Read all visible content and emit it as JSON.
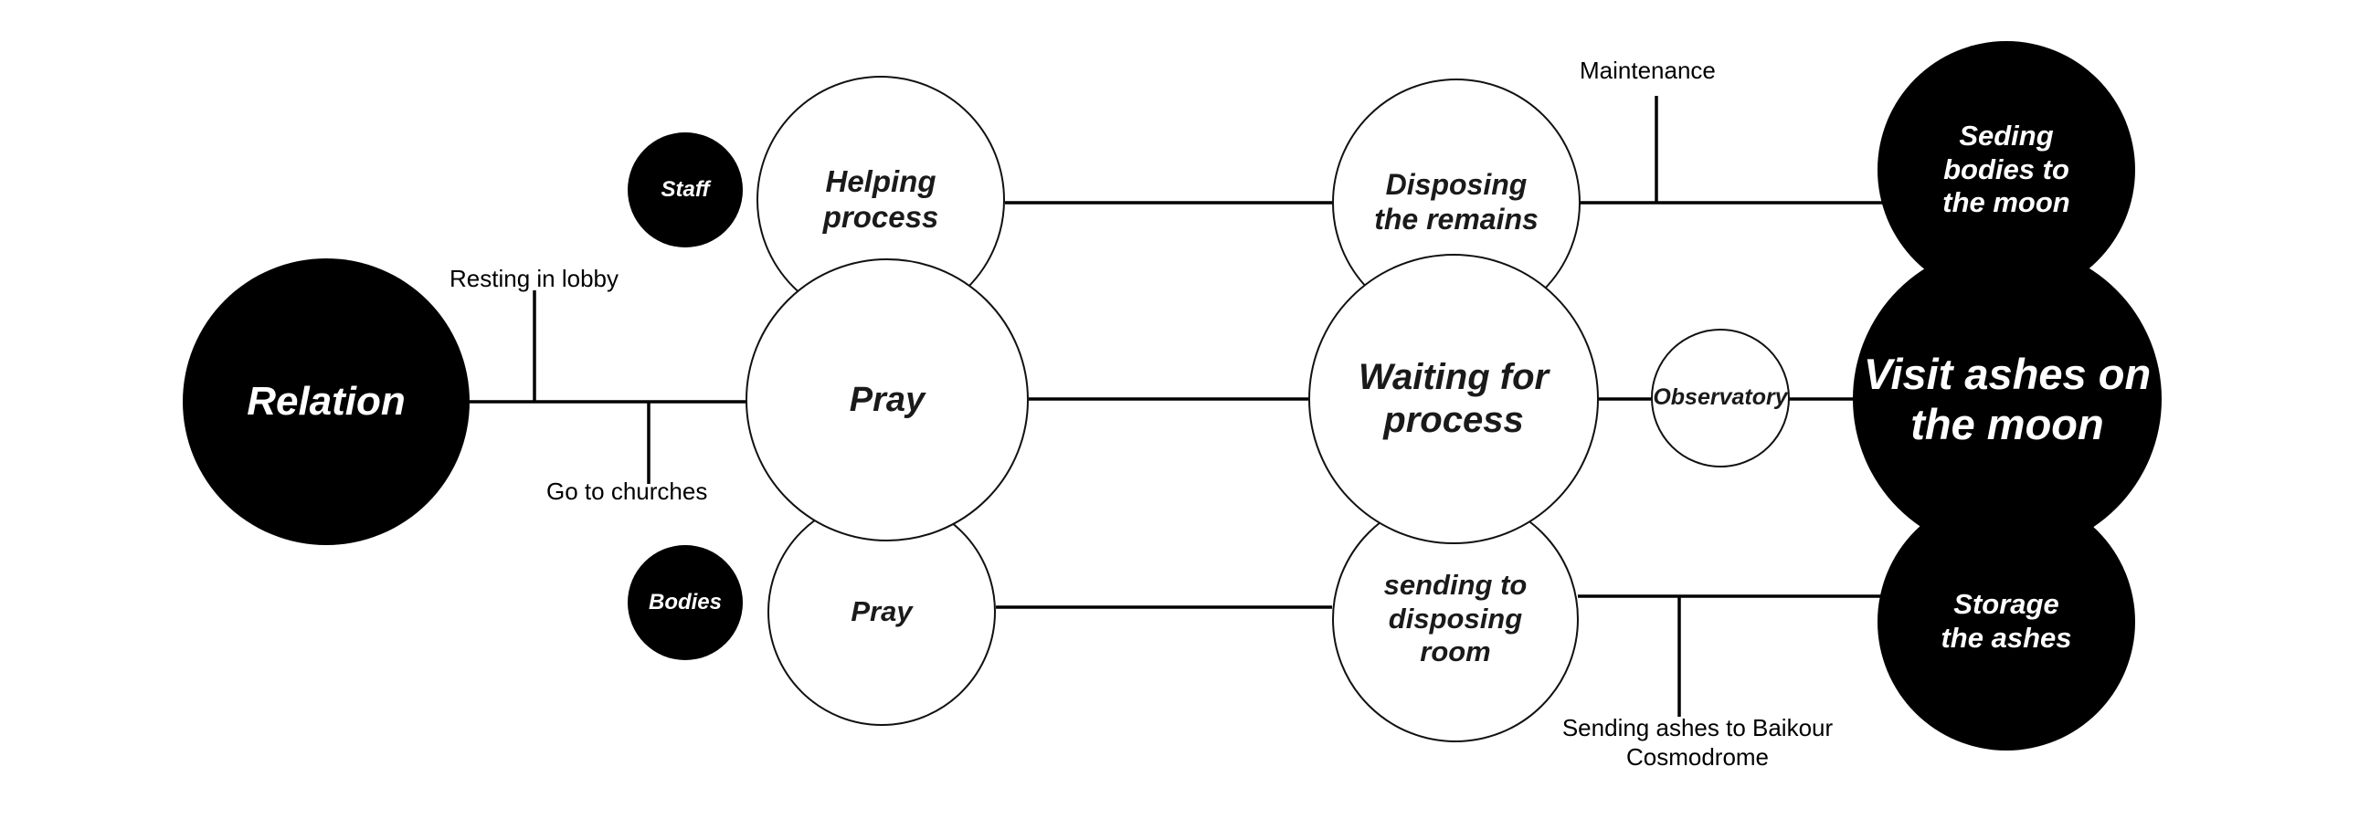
{
  "diagram": {
    "title": "Relation",
    "background_color": "#ffffff",
    "node_fill_color": "#000000",
    "node_text_on_fill_color": "#ffffff",
    "node_outline_color": "#111111",
    "node_outline_text_color": "#1a1a1a",
    "edge_color": "#000000"
  },
  "nodes": {
    "relation": {
      "label": "Relation",
      "style": "filled",
      "font_size": 44
    },
    "staff": {
      "label": "Staff",
      "style": "filled",
      "font_size": 24
    },
    "bodies": {
      "label": "Bodies",
      "style": "filled",
      "font_size": 24
    },
    "helping_process": {
      "label": "Helping\nprocess",
      "style": "outline",
      "font_size": 33
    },
    "pray_main": {
      "label": "Pray",
      "style": "outline",
      "font_size": 38
    },
    "pray_lower": {
      "label": "Pray",
      "style": "outline",
      "font_size": 31
    },
    "disposing_the_remains": {
      "label": "Disposing\nthe remains",
      "style": "outline",
      "font_size": 32
    },
    "waiting_for_process": {
      "label": "Waiting for\nprocess",
      "style": "outline",
      "font_size": 40
    },
    "sending_to_disposing_room": {
      "label": "sending to\ndisposing\nroom",
      "style": "outline",
      "font_size": 31
    },
    "observatory": {
      "label": "Observatory",
      "style": "outline",
      "font_size": 25
    },
    "seding_bodies_to_the_moon": {
      "label": "Seding\nbodies to\nthe moon",
      "style": "filled",
      "font_size": 31
    },
    "visit_ashes_on_the_moon": {
      "label": "Visit ashes on\nthe moon",
      "style": "filled",
      "font_size": 47
    },
    "storage_the_ashes": {
      "label": "Storage\nthe ashes",
      "style": "filled",
      "font_size": 31
    }
  },
  "edge_labels": {
    "resting_in_lobby": "Resting in lobby",
    "go_to_churches": "Go to churches",
    "maintenance": "Maintenance",
    "sending_ashes_to_baikour_cosmodrome": "Sending ashes to Baikour\nCosmodrome"
  }
}
